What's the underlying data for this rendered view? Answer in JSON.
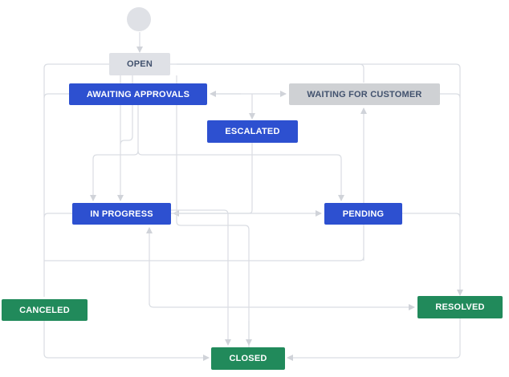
{
  "diagram": {
    "type": "workflow",
    "colors": {
      "status_todo": "#dfe1e6",
      "status_in_progress": "#2d50d0",
      "status_done": "#218a5b",
      "status_waiting": "#cfd1d4",
      "transition": "#dadde3"
    },
    "statuses": {
      "open": "OPEN",
      "awaiting_approvals": "AWAITING APPROVALS",
      "waiting_for_customer": "WAITING FOR CUSTOMER",
      "escalated": "ESCALATED",
      "in_progress": "IN PROGRESS",
      "pending": "PENDING",
      "canceled": "CANCELED",
      "resolved": "RESOLVED",
      "closed": "CLOSED"
    }
  }
}
